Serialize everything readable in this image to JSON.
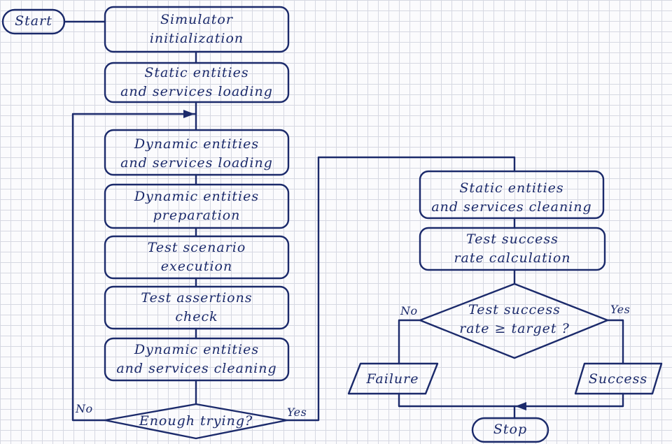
{
  "start": "Start",
  "stop": "Stop",
  "left_column": {
    "simulator_init": [
      "Simulator",
      "initialization"
    ],
    "static_loading": [
      "Static entities",
      "and services loading"
    ],
    "dynamic_loading": [
      "Dynamic entities",
      "and services loading"
    ],
    "dynamic_preparation": [
      "Dynamic entities",
      "preparation"
    ],
    "test_execution": [
      "Test scenario",
      "execution"
    ],
    "assertions_check": [
      "Test assertions",
      "check"
    ],
    "dynamic_cleaning": [
      "Dynamic entities",
      "and services cleaning"
    ],
    "decision": "Enough trying?",
    "decision_no": "No",
    "decision_yes": "Yes"
  },
  "right_column": {
    "static_cleaning": [
      "Static entities",
      "and services cleaning"
    ],
    "success_rate": [
      "Test success",
      "rate calculation"
    ],
    "decision": [
      "Test success",
      "rate ≥ target ?"
    ],
    "decision_no": "No",
    "decision_yes": "Yes",
    "failure": "Failure",
    "success": "Success"
  }
}
